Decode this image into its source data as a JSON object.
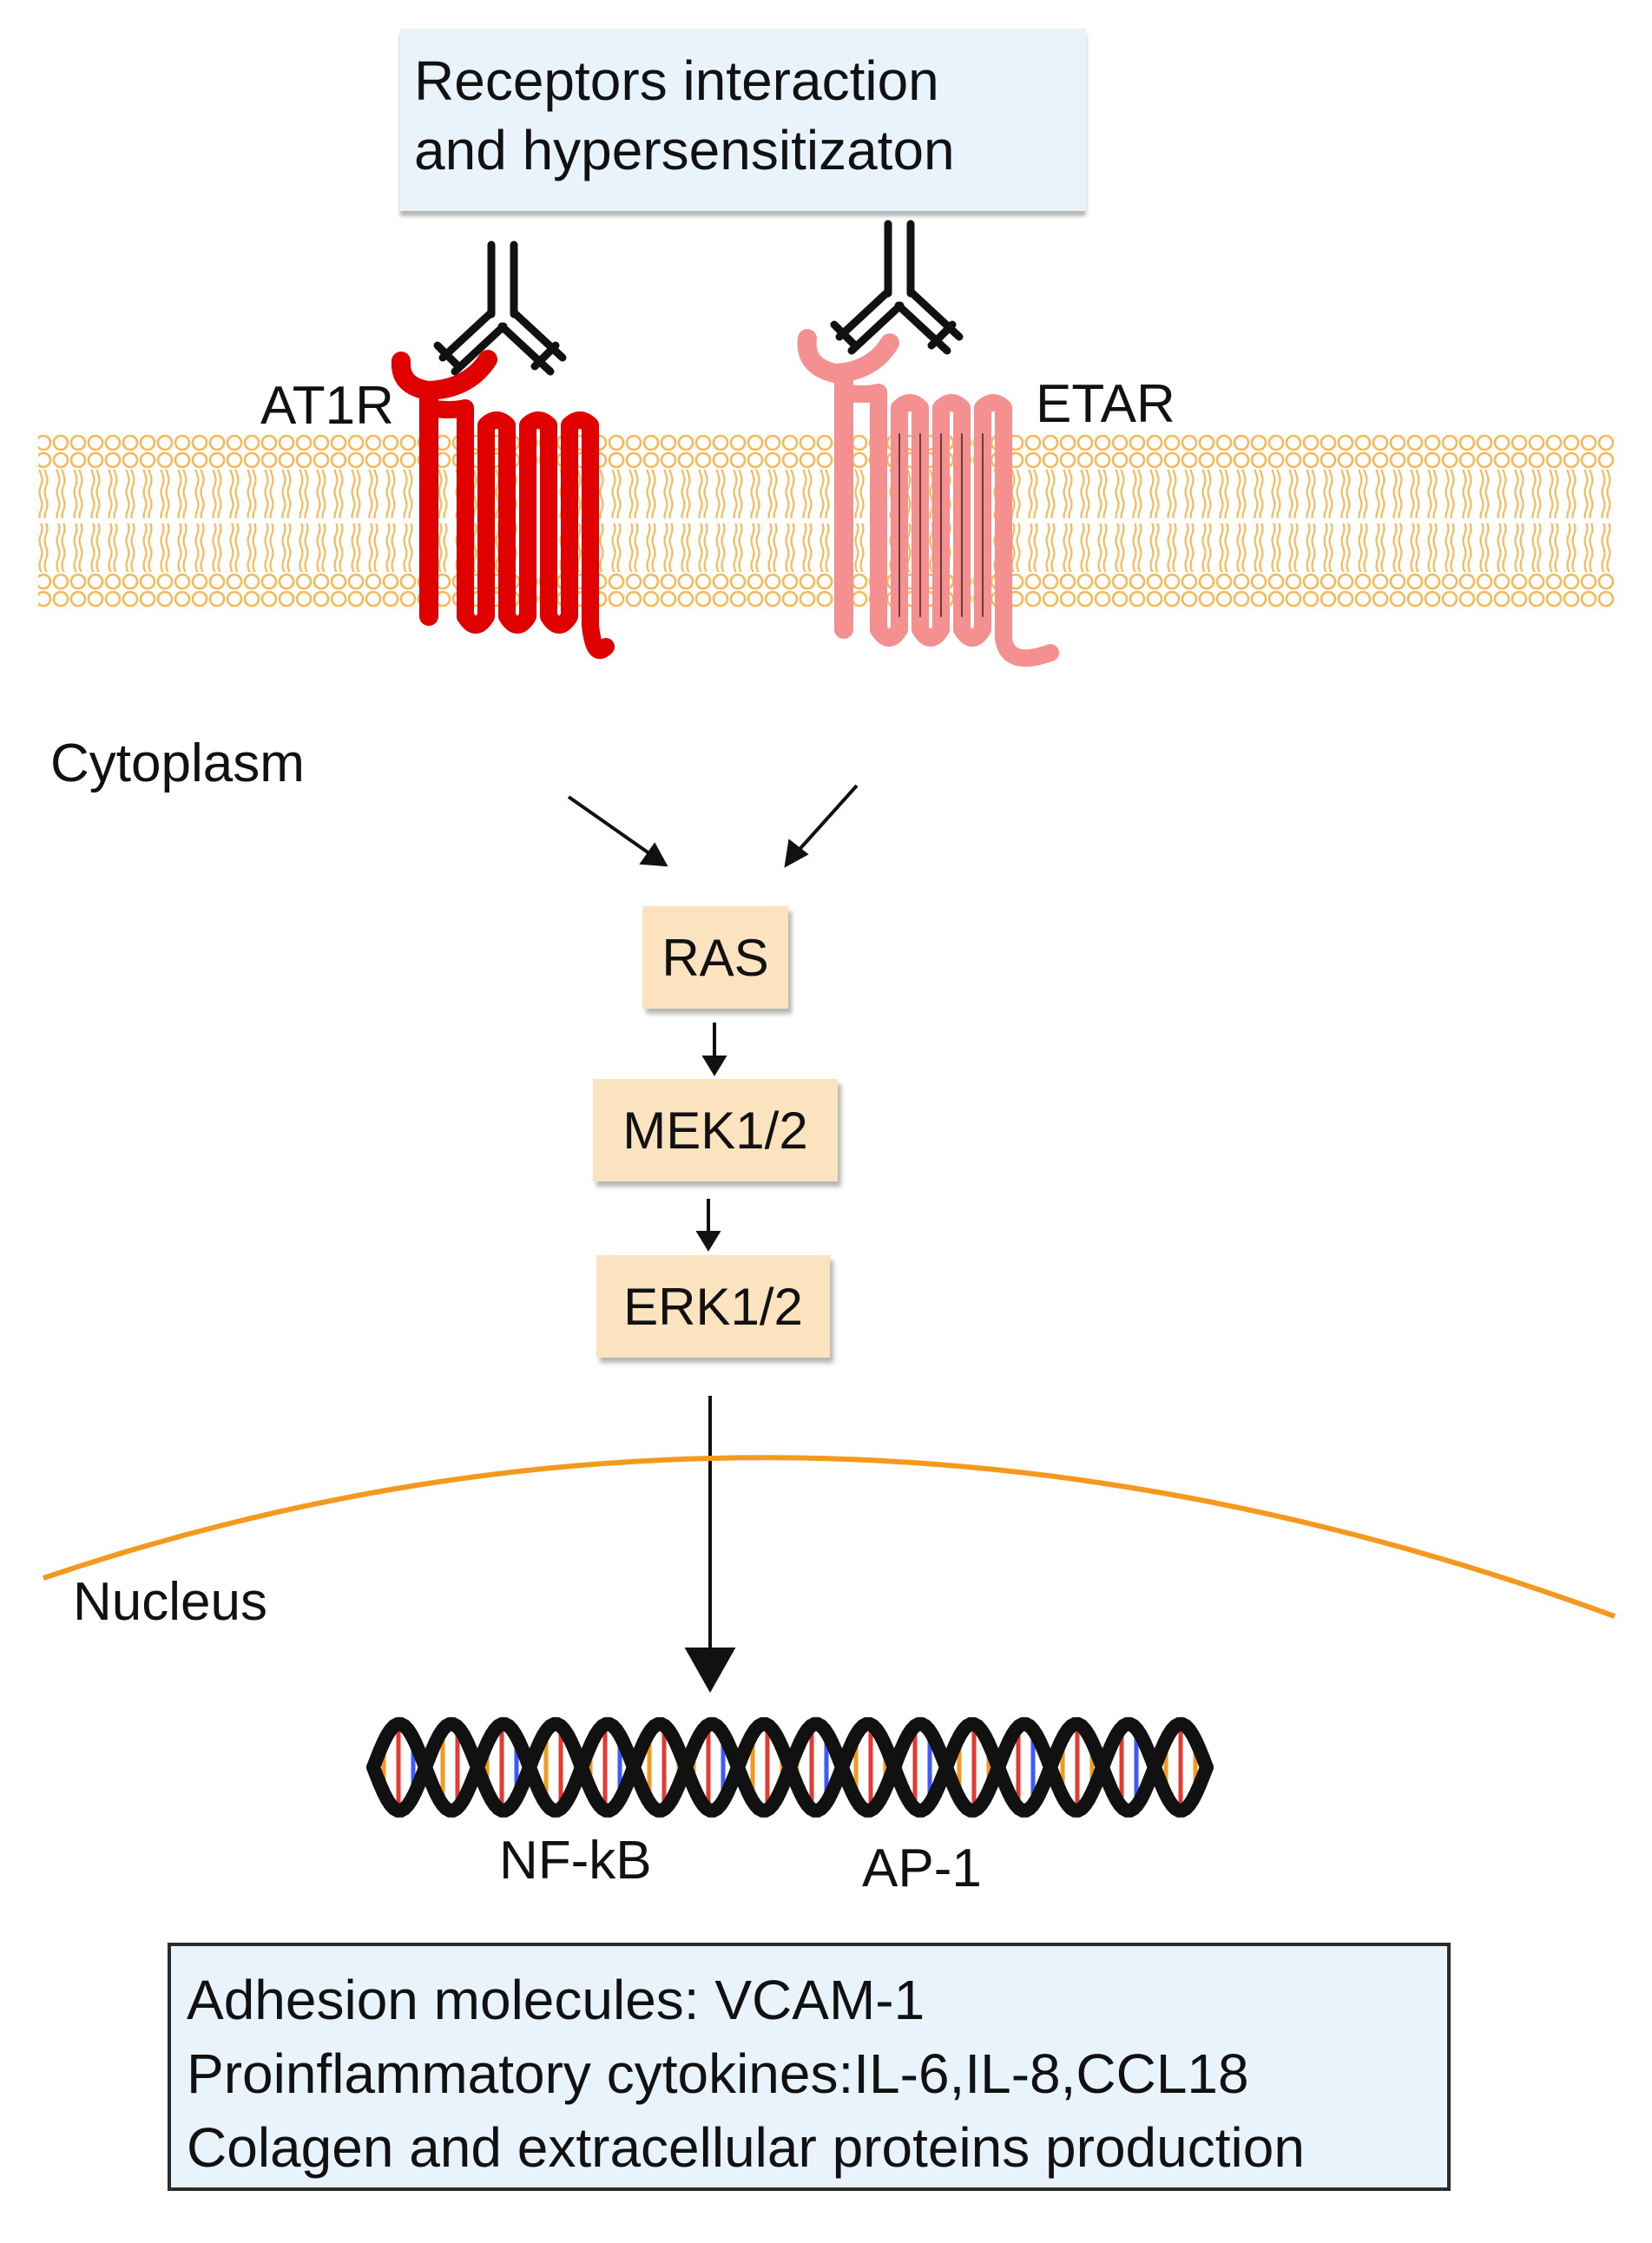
{
  "header_box": {
    "line1": "Receptors interaction",
    "line2": "and hypersensitizaton"
  },
  "receptors": {
    "left": {
      "label": "AT1R",
      "color": "#e00000"
    },
    "right": {
      "label": "ETAR",
      "color": "#f59090"
    }
  },
  "membrane_color": "#f5b95a",
  "regions": {
    "cytoplasm": "Cytoplasm",
    "nucleus": "Nucleus"
  },
  "cascade": [
    "RAS",
    "MEK1/2",
    "ERK1/2"
  ],
  "transcription_factors": [
    "NF-kB",
    "AP-1"
  ],
  "output_box": {
    "line1": "Adhesion molecules: VCAM-1",
    "line2": "Proinflammatory cytokines:IL-6,IL-8,CCL18",
    "line3": "Colagen and extracellular  proteins production"
  },
  "colors": {
    "box_blue": "#e8f3fc",
    "box_peach": "#fce3c0",
    "nuclear_envelope": "#f39a1e"
  }
}
